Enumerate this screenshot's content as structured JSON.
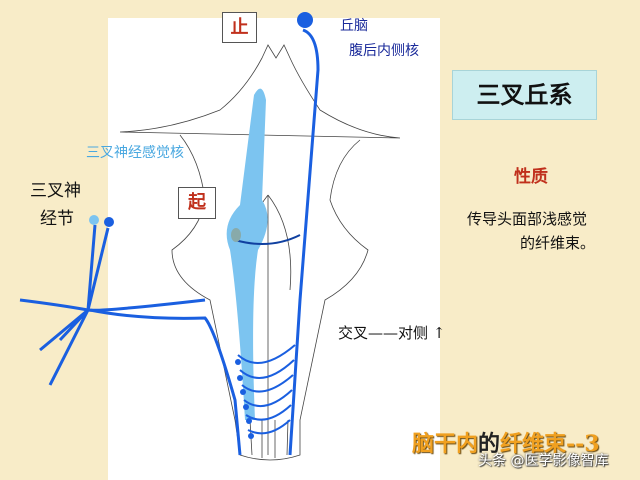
{
  "labels": {
    "stop": "止",
    "start": "起",
    "thalamus": "丘脑",
    "vpm": "腹后内侧核",
    "trigeminal_sensory_nucleus": "三叉神经感觉核",
    "ganglion_line1": "三叉神",
    "ganglion_line2": "经节",
    "crossing": "交叉——对侧"
  },
  "title_box": "三叉丘系",
  "nature": {
    "heading": "性质",
    "line1": "传导头面部浅感觉",
    "line2": "的纤维束。"
  },
  "footer": {
    "title_part1": "脑干内",
    "title_part2": "的",
    "title_part3": "纤维束--3",
    "watermark": "头条 @医学影像智库"
  },
  "colors": {
    "dark_blue": "#1a5fe0",
    "light_blue": "#7cc4f0",
    "red": "#c0301c",
    "title_bg": "#cdeef0"
  }
}
